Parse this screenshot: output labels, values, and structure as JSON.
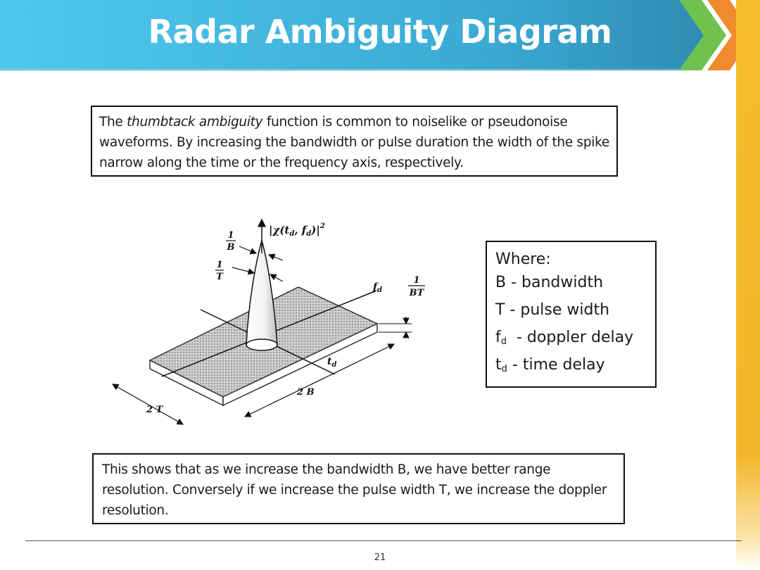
{
  "slide": {
    "title": "Radar Ambiguity Diagram",
    "page_number": "21"
  },
  "intro": {
    "part1": "The ",
    "emphasis": "thumbtack ambiguity",
    "part2": " function is common to noiselike or pseudonoise waveforms. By increasing the bandwidth or pulse duration the width of the spike narrow along the time or the frequency axis, respectively."
  },
  "legend": {
    "heading": "Where:",
    "items": [
      {
        "symbol": "B",
        "sub": "",
        "desc": " - bandwidth"
      },
      {
        "symbol": "T",
        "sub": "",
        "desc": " - pulse width"
      },
      {
        "symbol": "f",
        "sub": "d",
        "desc": "  - doppler delay"
      },
      {
        "symbol": "t",
        "sub": "d",
        "desc": " - time delay"
      }
    ]
  },
  "conclusion": {
    "text": "This shows that as we increase the bandwidth B, we have better range resolution.  Conversely if we increase the pulse width T, we increase the doppler resolution."
  },
  "diagram": {
    "z_label": "|χ(t",
    "z_label_sub1": "d",
    "z_label_mid": ", f",
    "z_label_sub2": "d",
    "z_label_end": ")|",
    "z_label_sup": "2",
    "label_one": "1",
    "label_B": "B",
    "label_T": "T",
    "label_BT": "BT",
    "label_fd": "f",
    "label_fd_sub": "d",
    "label_td": "t",
    "label_td_sub": "d",
    "label_2B": "2 B",
    "label_2T": "2 T"
  },
  "colors": {
    "header_start": "#4fc7ec",
    "header_end": "#2f8fb4",
    "chevron_green": "#6abf4b",
    "chevron_orange": "#f08a2c",
    "side_strip": "#f4b82b"
  }
}
